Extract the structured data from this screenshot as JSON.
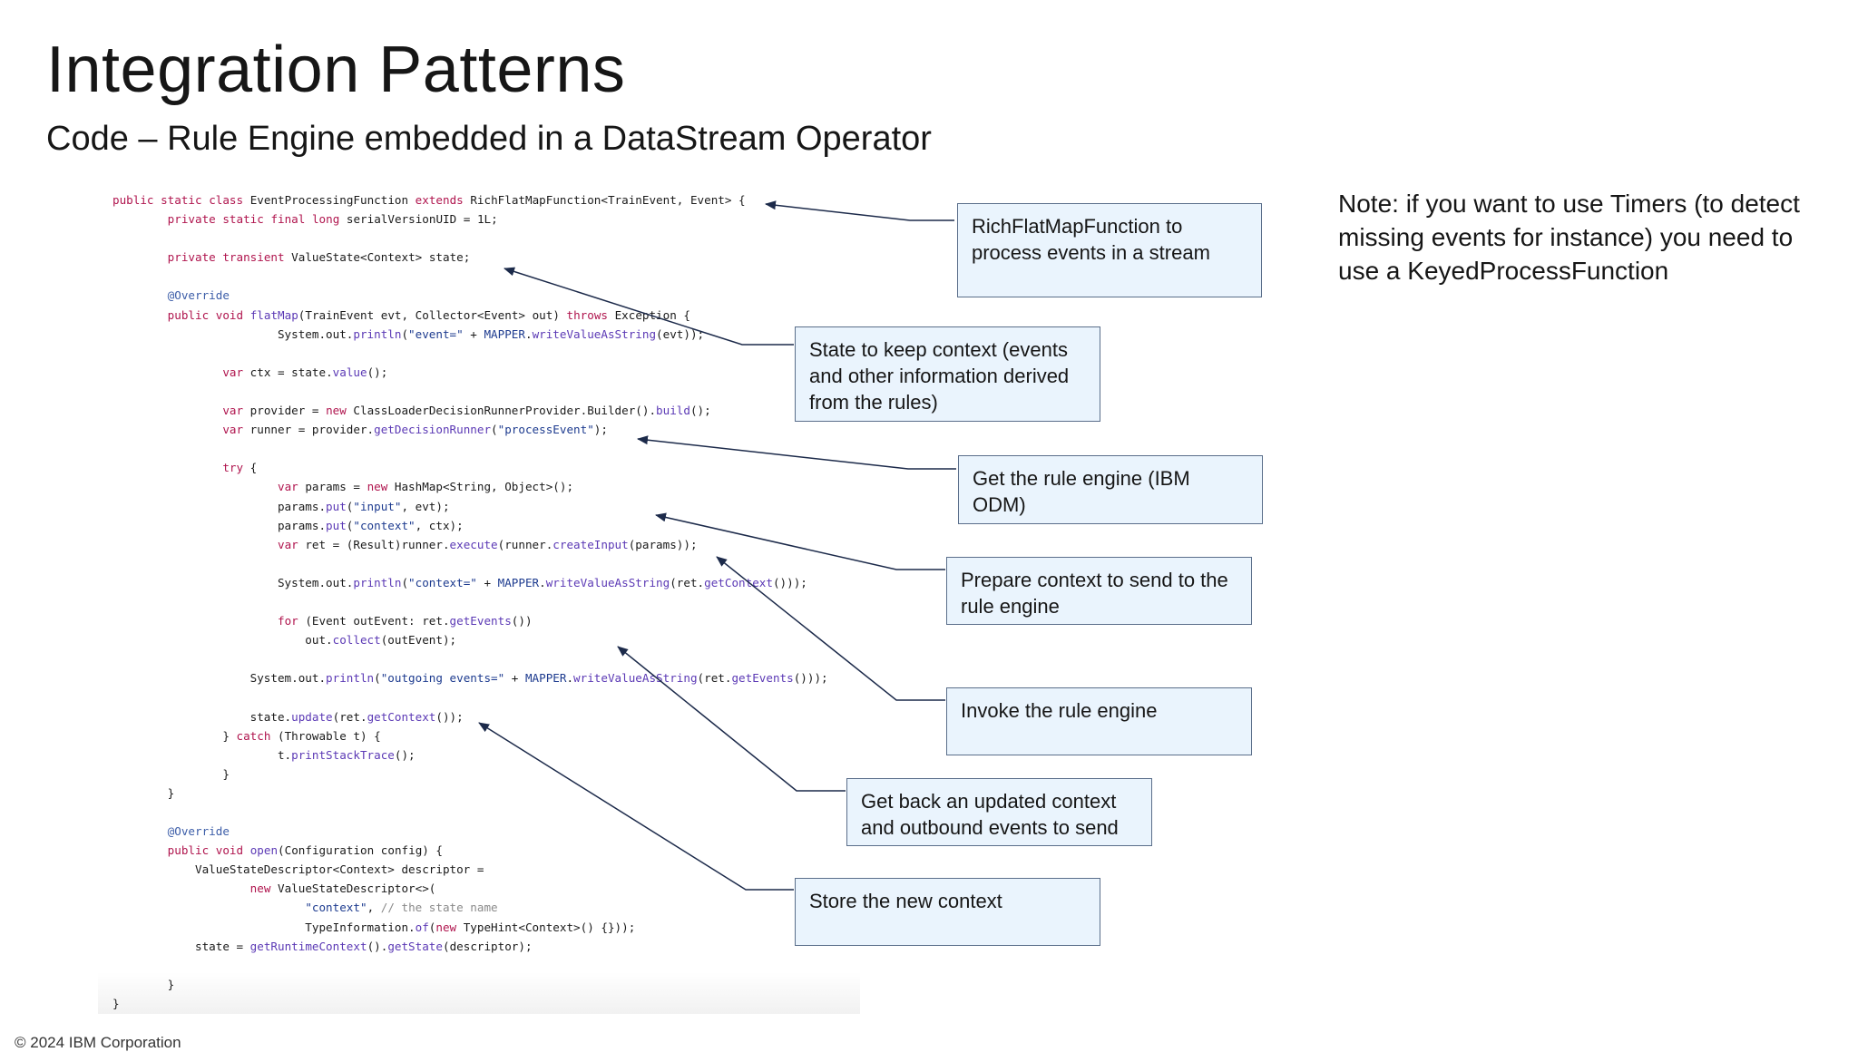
{
  "title": "Integration Patterns",
  "subtitle": "Code – Rule Engine embedded in a DataStream Operator",
  "note": "Note: if you want to use Timers (to detect missing events for instance) you need to use a KeyedProcessFunction",
  "callouts": {
    "richflatmap": "RichFlatMapFunction to process events in a stream",
    "state": "State to keep context (events and other information derived from the rules)",
    "rule_engine": "Get the rule engine (IBM ODM)",
    "prepare": "Prepare context to send to the rule engine",
    "invoke": "Invoke the rule engine",
    "get_back": "Get back an updated context and outbound events to send",
    "store": "Store the new context"
  },
  "code": [
    "public static class EventProcessingFunction extends RichFlatMapFunction<TrainEvent, Event> {",
    "        private static final long serialVersionUID = 1L;",
    "",
    "        private transient ValueState<Context> state;",
    "",
    "        @Override",
    "        public void flatMap(TrainEvent evt, Collector<Event> out) throws Exception {",
    "                        System.out.println(\"event=\" + MAPPER.writeValueAsString(evt));",
    "",
    "                var ctx = state.value();",
    "",
    "                var provider = new ClassLoaderDecisionRunnerProvider.Builder().build();",
    "                var runner = provider.getDecisionRunner(\"processEvent\");",
    "",
    "                try {",
    "                        var params = new HashMap<String, Object>();",
    "                        params.put(\"input\", evt);",
    "                        params.put(\"context\", ctx);",
    "                        var ret = (Result)runner.execute(runner.createInput(params));",
    "",
    "                        System.out.println(\"context=\" + MAPPER.writeValueAsString(ret.getContext()));",
    "",
    "                        for (Event outEvent: ret.getEvents())",
    "                            out.collect(outEvent);",
    "",
    "                    System.out.println(\"outgoing events=\" + MAPPER.writeValueAsString(ret.getEvents()));",
    "",
    "                    state.update(ret.getContext());",
    "                } catch (Throwable t) {",
    "                        t.printStackTrace();",
    "                }",
    "        }",
    "",
    "        @Override",
    "        public void open(Configuration config) {",
    "            ValueStateDescriptor<Context> descriptor =",
    "                    new ValueStateDescriptor<>(",
    "                            \"context\", // the state name",
    "                            TypeInformation.of(new TypeHint<Context>() {}));",
    "            state = getRuntimeContext().getState(descriptor);",
    "",
    "        }",
    "}"
  ],
  "footer": "© 2024 IBM Corporation",
  "colors": {
    "callout_bg": "#eaf4fd",
    "callout_border": "#5a6e8a",
    "keyword": "#b0154e",
    "method": "#5b39b5",
    "arrow": "#1c2a4a"
  }
}
